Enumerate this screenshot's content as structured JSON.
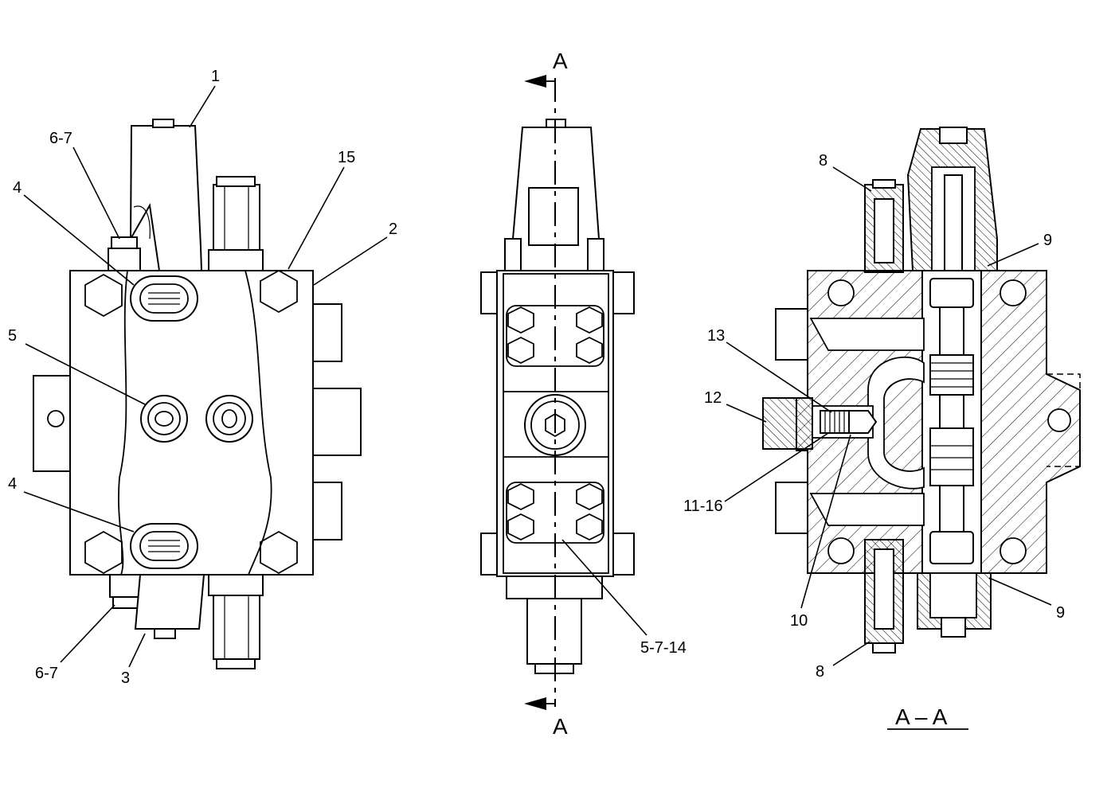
{
  "callouts": {
    "left": {
      "c1": "1",
      "c67_top": "6-7",
      "c15": "15",
      "c4_top": "4",
      "c2": "2",
      "c5": "5",
      "c4_bottom": "4",
      "c67_bottom": "6-7",
      "c3": "3"
    },
    "middle": {
      "section_a_top": "A",
      "section_a_bottom": "A",
      "c5714": "5-7-14"
    },
    "right": {
      "c8_top": "8",
      "c9_top": "9",
      "c13": "13",
      "c12": "12",
      "c1116": "11-16",
      "c10": "10",
      "c8_bottom": "8",
      "c9_bottom": "9",
      "section_title": "A – A"
    }
  }
}
